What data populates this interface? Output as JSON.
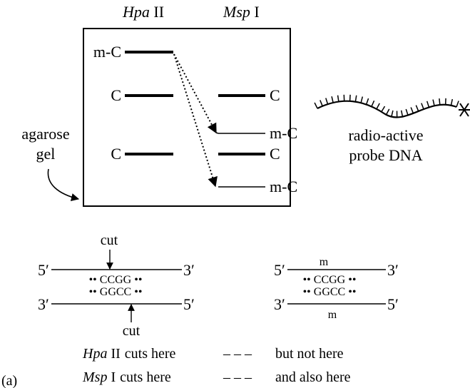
{
  "gel": {
    "header_hpa_it": "Hpa",
    "header_hpa_rest": " II",
    "header_msp_it": "Msp",
    "header_msp_rest": " I",
    "hpa_bands": [
      "m-C",
      "C",
      "C"
    ],
    "msp_bands": [
      "C",
      "m-C",
      "C",
      "m-C"
    ],
    "agarose_line1": "agarose",
    "agarose_line2": "gel"
  },
  "probe": {
    "line1": "radio-active",
    "line2": "probe DNA"
  },
  "left_dna": {
    "cut_label": "cut",
    "top_left": "5′",
    "top_right": "3′",
    "bottom_left": "3′",
    "bottom_right": "5′",
    "top_seq": "•• CCGG ••",
    "bottom_seq": "•• GGCC ••"
  },
  "right_dna": {
    "m_label": "m",
    "top_left": "5′",
    "top_right": "3′",
    "bottom_left": "3′",
    "bottom_right": "5′",
    "top_seq": "•• CCGG ••",
    "bottom_seq": "•• GGCC ••"
  },
  "statements": {
    "hpa_name_it": "Hpa",
    "hpa_name_rest": " II",
    "msp_name_it": "Msp",
    "msp_name_rest": " I",
    "cuts_here": "cuts here",
    "dashes": "–   –   –",
    "hpa_right": "but not here",
    "msp_right": "and also here"
  },
  "panel_label": "(a)"
}
